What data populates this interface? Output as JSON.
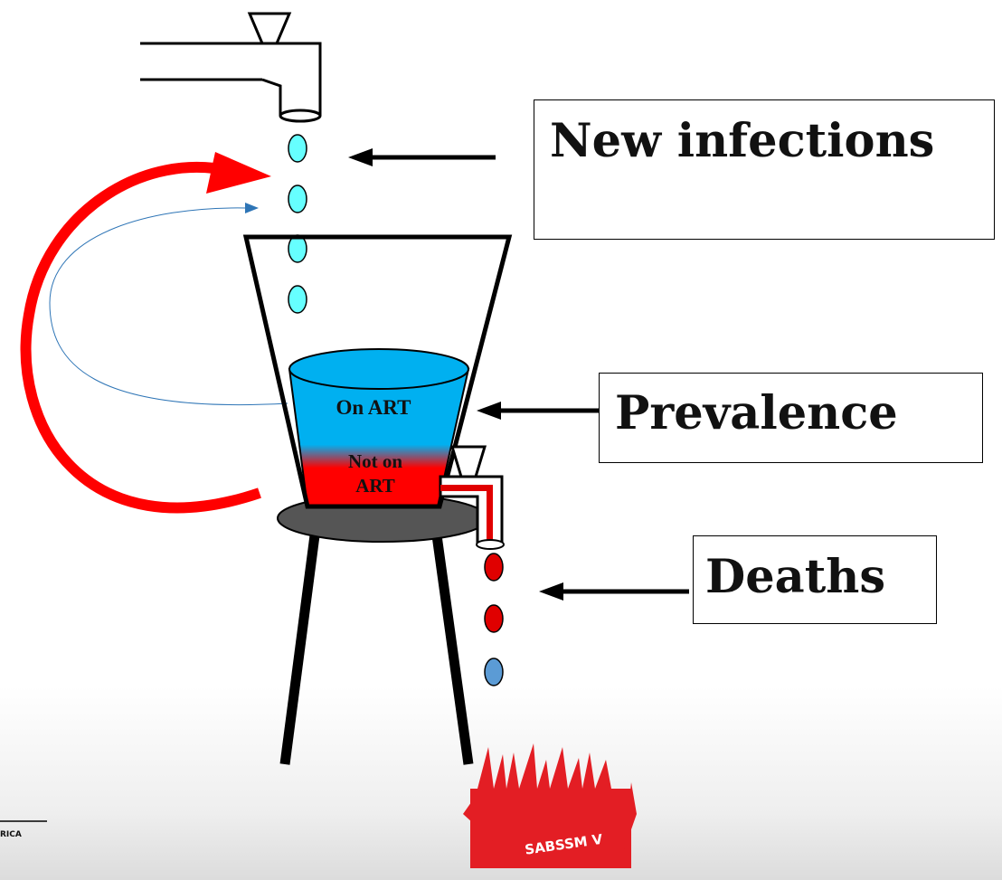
{
  "labels": {
    "new_infections": "New infections",
    "prevalence": "Prevalence",
    "deaths": "Deaths",
    "on_art": "On ART",
    "not_on_art": "Not on ART"
  },
  "logo": {
    "text": "SABSSM V"
  },
  "corner_text": "RICA",
  "colors": {
    "on_art": "#00b0f0",
    "not_on_art": "#ff0000",
    "infection_drop": "#66ffff",
    "death_drop": "#e00000",
    "art_drop": "#5b9bd5",
    "recycle_arrow": "#ff0000",
    "thin_arrow": "#2e75b6",
    "stand_top": "#555555",
    "logo": "#e31e24"
  }
}
